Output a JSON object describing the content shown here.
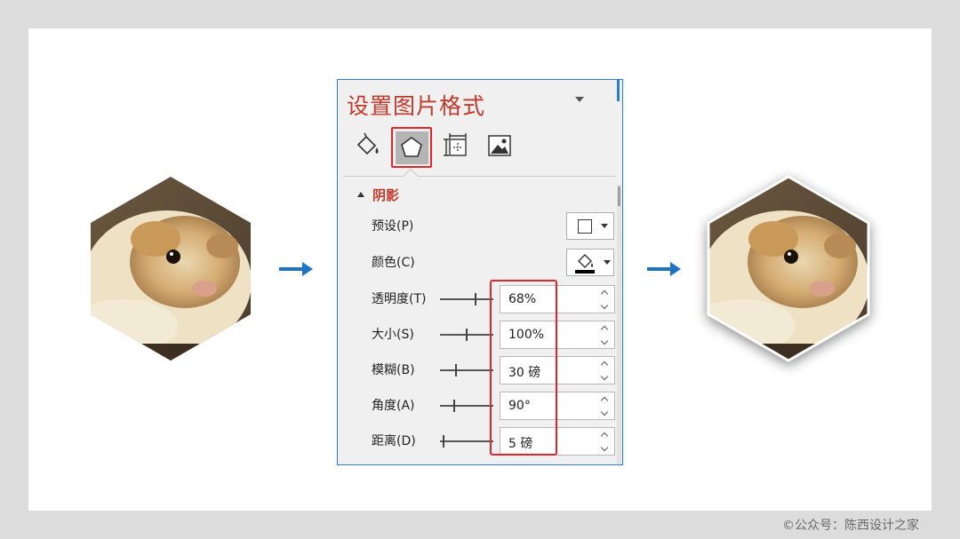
{
  "panel": {
    "title": "设置图片格式",
    "tabs": [
      {
        "name": "fill-line",
        "icon": "paint-bucket-icon",
        "selected": false
      },
      {
        "name": "effects",
        "icon": "pentagon-icon",
        "selected": true
      },
      {
        "name": "size-properties",
        "icon": "size-position-icon",
        "selected": false
      },
      {
        "name": "picture",
        "icon": "picture-icon",
        "selected": false
      }
    ],
    "section": {
      "label": "阴影",
      "expanded": true
    },
    "rows": {
      "preset": {
        "label": "预设(P)",
        "icon": "shadow-preset-square-icon"
      },
      "color": {
        "label": "颜色(C)",
        "icon": "paint-bucket-icon",
        "swatch_color": "#000000"
      },
      "transparency": {
        "label": "透明度(T)",
        "value": "68%",
        "slider_level": 0.68
      },
      "size": {
        "label": "大小(S)",
        "value": "100%",
        "slider_level": 0.5
      },
      "blur": {
        "label": "模糊(B)",
        "value": "30 磅",
        "slider_level": 0.3
      },
      "angle": {
        "label": "角度(A)",
        "value": "90°",
        "slider_level": 0.25
      },
      "distance": {
        "label": "距离(D)",
        "value": "5 磅",
        "slider_level": 0.05
      }
    }
  },
  "images": {
    "left": {
      "subject": "guinea-pig-photo",
      "shape": "hexagon",
      "shadow": false
    },
    "right": {
      "subject": "guinea-pig-photo",
      "shape": "hexagon",
      "shadow": true
    }
  },
  "arrows": {
    "icon": "right-arrow-icon",
    "color": "#1f73c2"
  },
  "watermark": "©公众号：陈西设计之家",
  "colors": {
    "accent_red": "#e1262c",
    "title_red": "#c0392b",
    "panel_border": "#2b7cd3",
    "panel_bg": "#f0f0f0"
  }
}
